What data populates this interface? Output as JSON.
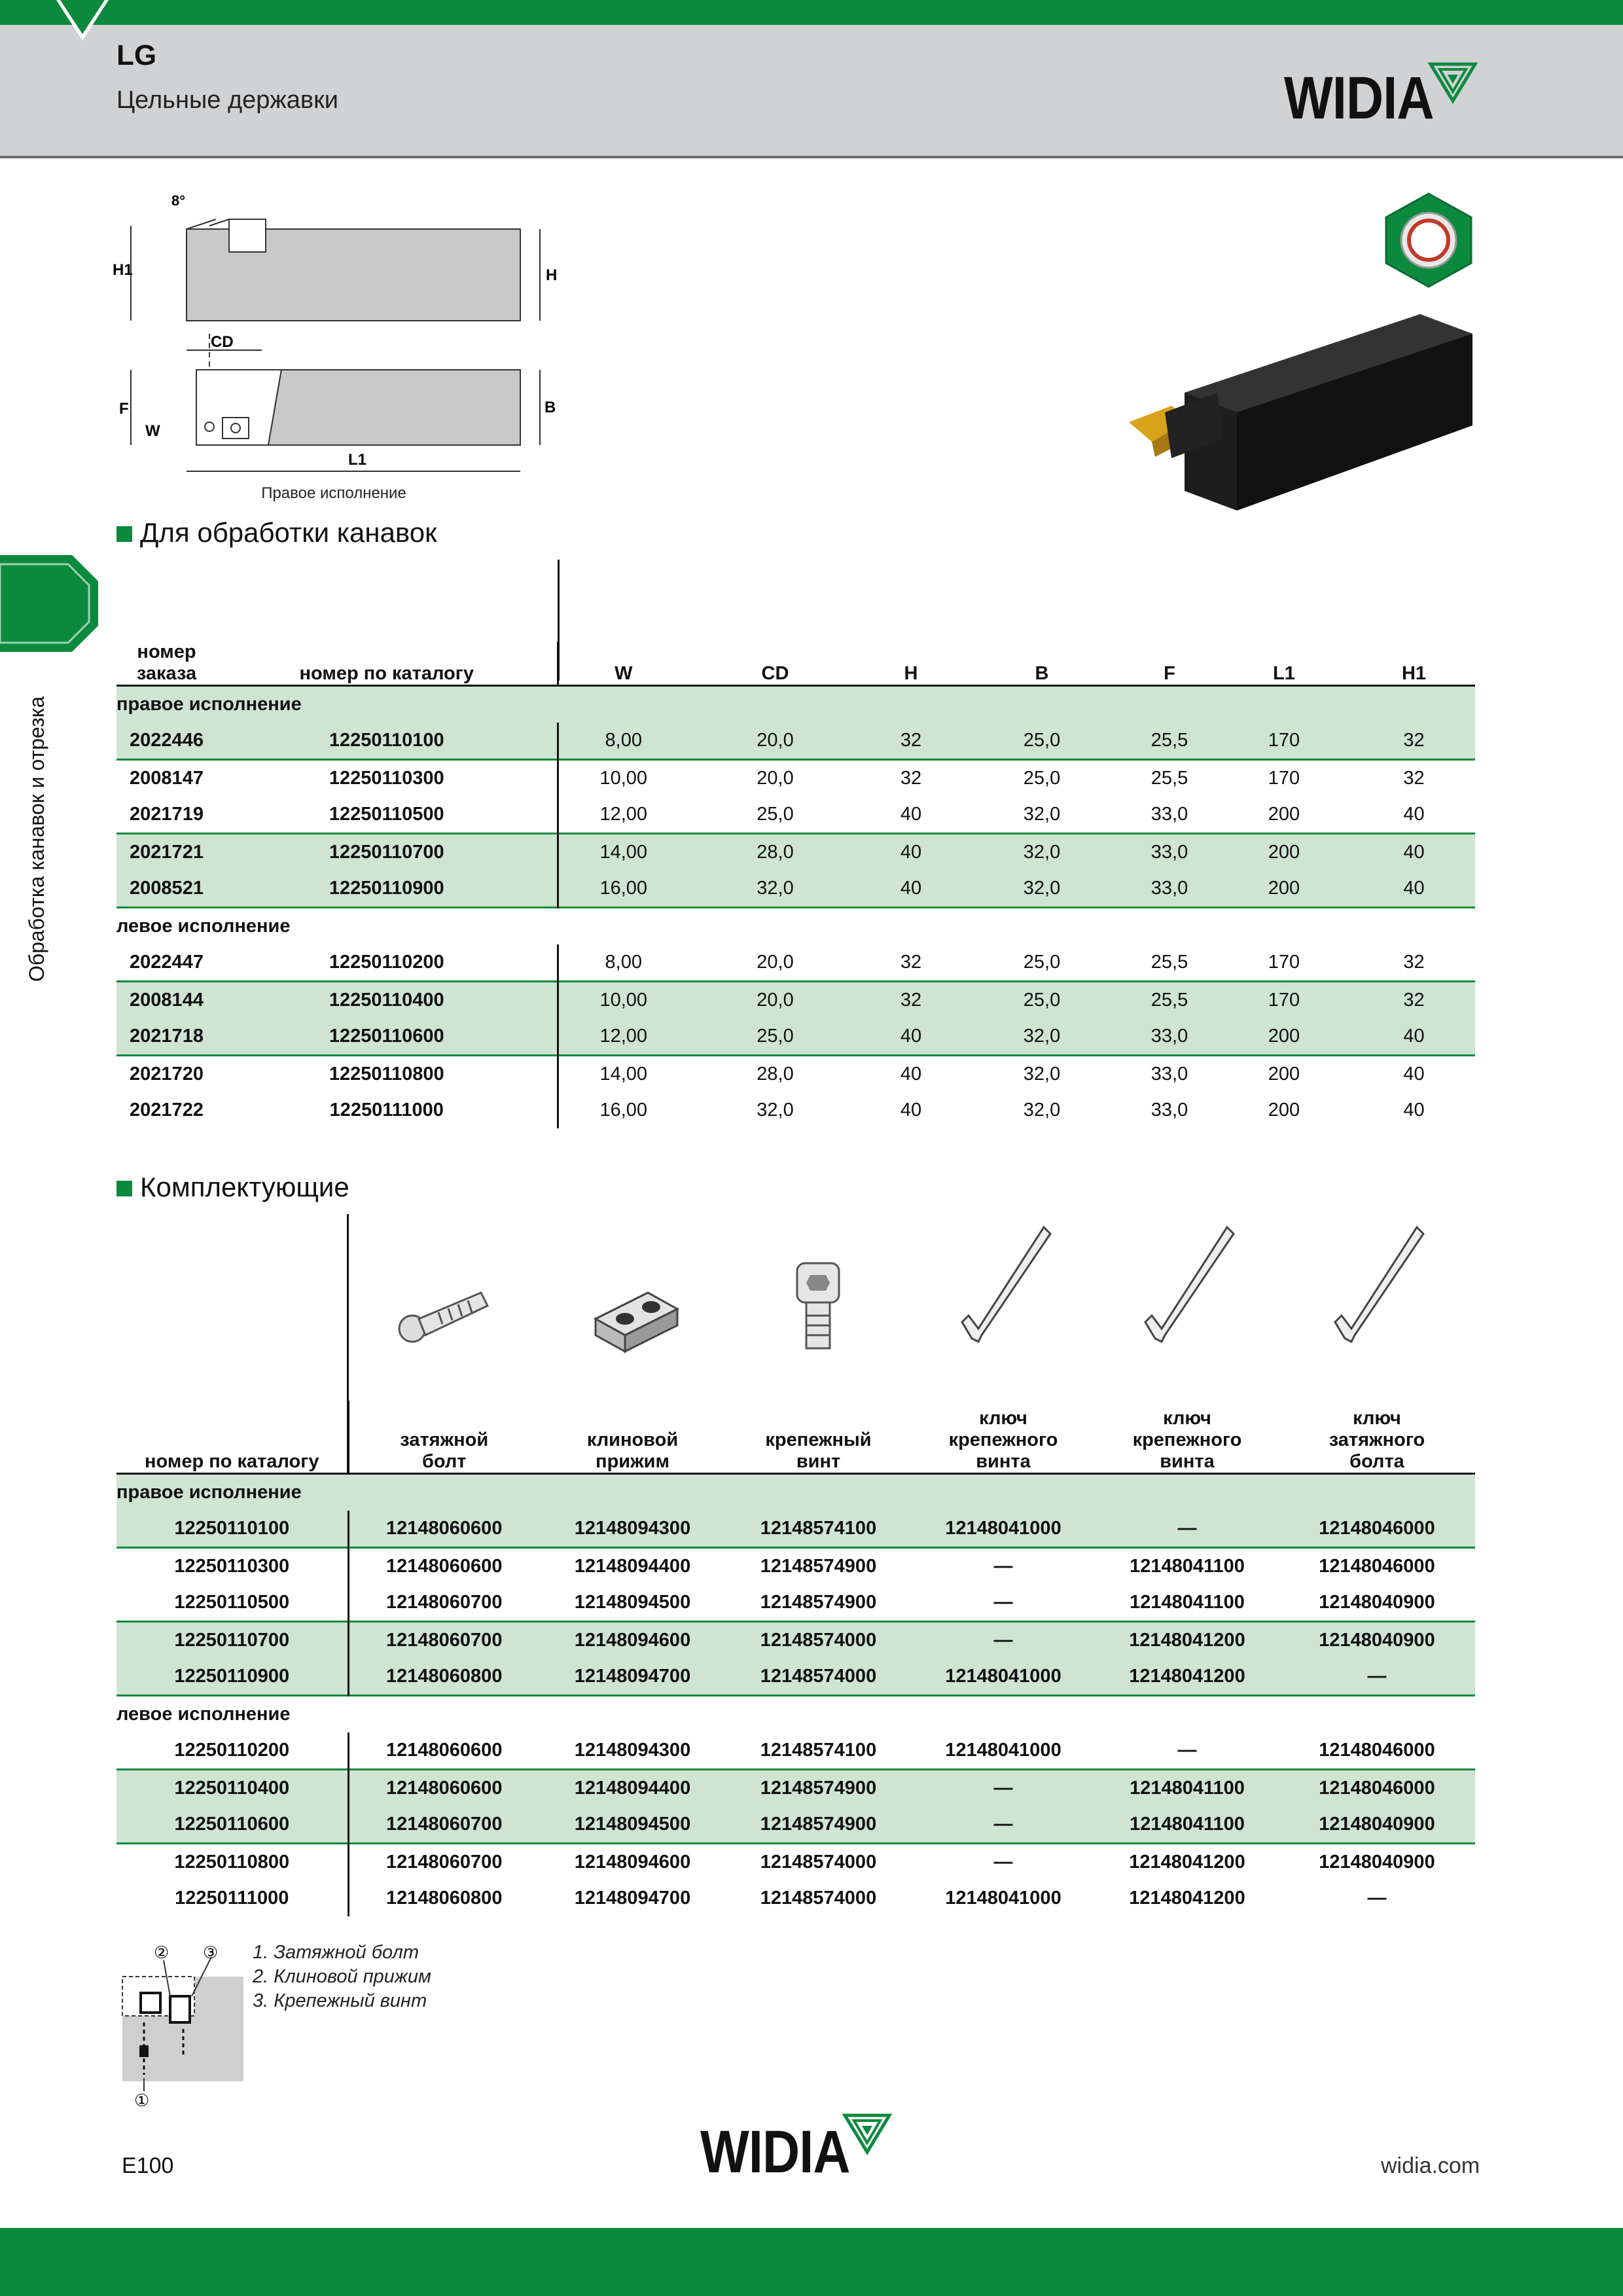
{
  "header": {
    "series": "LG",
    "subtitle": "Цельные державки",
    "brand": "WIDIA"
  },
  "side_tab": {
    "label": "Обработка канавок и отрезка"
  },
  "drawing": {
    "labels": [
      "8°",
      "H1",
      "H",
      "CD",
      "F",
      "B",
      "W",
      "L1"
    ],
    "caption": "Правое исполнение"
  },
  "section1": {
    "title": "Для обработки канавок",
    "headers": [
      "номер заказа",
      "номер по каталогу",
      "W",
      "CD",
      "H",
      "B",
      "F",
      "L1",
      "H1"
    ],
    "group_right": "правое исполнение",
    "group_left": "левое исполнение",
    "rows_right": [
      [
        "2022446",
        "12250110100",
        "8,00",
        "20,0",
        "32",
        "25,0",
        "25,5",
        "170",
        "32"
      ],
      [
        "2008147",
        "12250110300",
        "10,00",
        "20,0",
        "32",
        "25,0",
        "25,5",
        "170",
        "32"
      ],
      [
        "2021719",
        "12250110500",
        "12,00",
        "25,0",
        "40",
        "32,0",
        "33,0",
        "200",
        "40"
      ],
      [
        "2021721",
        "12250110700",
        "14,00",
        "28,0",
        "40",
        "32,0",
        "33,0",
        "200",
        "40"
      ],
      [
        "2008521",
        "12250110900",
        "16,00",
        "32,0",
        "40",
        "32,0",
        "33,0",
        "200",
        "40"
      ]
    ],
    "rows_left": [
      [
        "2022447",
        "12250110200",
        "8,00",
        "20,0",
        "32",
        "25,0",
        "25,5",
        "170",
        "32"
      ],
      [
        "2008144",
        "12250110400",
        "10,00",
        "20,0",
        "32",
        "25,0",
        "25,5",
        "170",
        "32"
      ],
      [
        "2021718",
        "12250110600",
        "12,00",
        "25,0",
        "40",
        "32,0",
        "33,0",
        "200",
        "40"
      ],
      [
        "2021720",
        "12250110800",
        "14,00",
        "28,0",
        "40",
        "32,0",
        "33,0",
        "200",
        "40"
      ],
      [
        "2021722",
        "12250111000",
        "16,00",
        "32,0",
        "40",
        "32,0",
        "33,0",
        "200",
        "40"
      ]
    ]
  },
  "section2": {
    "title": "Комплектующие",
    "headers": [
      "номер по каталогу",
      "затяжной\nболт",
      "клиновой\nприжим",
      "крепежный\nвинт",
      "ключ\nкрепежного\nвинта",
      "ключ\nкрепежного\nвинта",
      "ключ\nзатяжного\nболта"
    ],
    "group_right": "правое исполнение",
    "group_left": "левое исполнение",
    "rows_right": [
      [
        "12250110100",
        "12148060600",
        "12148094300",
        "12148574100",
        "12148041000",
        "—",
        "12148046000"
      ],
      [
        "12250110300",
        "12148060600",
        "12148094400",
        "12148574900",
        "—",
        "12148041100",
        "12148046000"
      ],
      [
        "12250110500",
        "12148060700",
        "12148094500",
        "12148574900",
        "—",
        "12148041100",
        "12148040900"
      ],
      [
        "12250110700",
        "12148060700",
        "12148094600",
        "12148574000",
        "—",
        "12148041200",
        "12148040900"
      ],
      [
        "12250110900",
        "12148060800",
        "12148094700",
        "12148574000",
        "12148041000",
        "12148041200",
        "—"
      ]
    ],
    "rows_left": [
      [
        "12250110200",
        "12148060600",
        "12148094300",
        "12148574100",
        "12148041000",
        "—",
        "12148046000"
      ],
      [
        "12250110400",
        "12148060600",
        "12148094400",
        "12148574900",
        "—",
        "12148041100",
        "12148046000"
      ],
      [
        "12250110600",
        "12148060700",
        "12148094500",
        "12148574900",
        "—",
        "12148041100",
        "12148040900"
      ],
      [
        "12250110800",
        "12148060700",
        "12148094600",
        "12148574000",
        "—",
        "12148041200",
        "12148040900"
      ],
      [
        "12250111000",
        "12148060800",
        "12148094700",
        "12148574000",
        "12148041000",
        "12148041200",
        "—"
      ]
    ]
  },
  "legend": {
    "items": [
      "1. Затяжной болт",
      "2. Клиновой прижим",
      "3. Крепежный винт"
    ],
    "markers": [
      "①",
      "②",
      "③"
    ]
  },
  "footer": {
    "page": "E100",
    "brand": "WIDIA",
    "site": "widia.com"
  },
  "colors": {
    "accent": "#0b8a3d",
    "row_highlight": "#cfe4d1",
    "header_gray": "#d1d2d4"
  }
}
